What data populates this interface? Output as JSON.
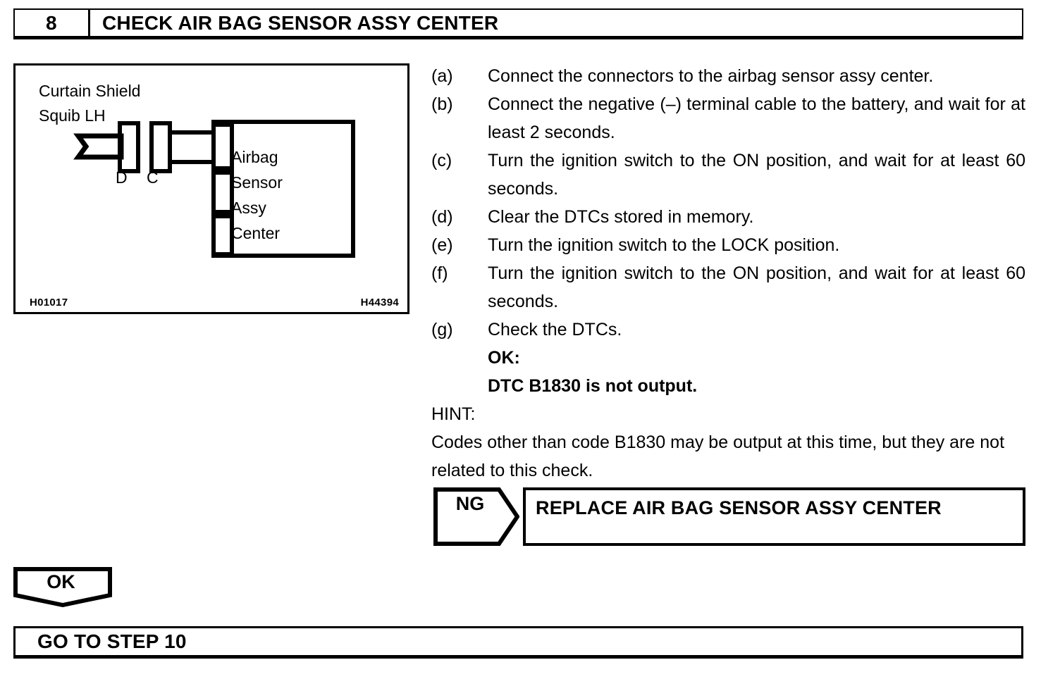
{
  "step": {
    "number": "8",
    "title": "CHECK AIR BAG SENSOR ASSY CENTER"
  },
  "figure": {
    "caption_line1": "Curtain Shield",
    "caption_line2": "Squib LH",
    "connector_d": "D",
    "connector_c": "C",
    "component_line1": "Airbag",
    "component_line2": "Sensor",
    "component_line3": "Assy",
    "component_line4": "Center",
    "code_left": "H01017",
    "code_right": "H44394"
  },
  "procedure": {
    "items": [
      {
        "marker": "(a)",
        "text": "Connect the connectors to the airbag sensor assy center."
      },
      {
        "marker": "(b)",
        "text": "Connect the negative (–) terminal cable to the battery, and wait for at least 2 seconds."
      },
      {
        "marker": "(c)",
        "text": "Turn the ignition switch to the ON position, and wait for at least 60 seconds."
      },
      {
        "marker": "(d)",
        "text": "Clear the DTCs stored in memory."
      },
      {
        "marker": "(e)",
        "text": "Turn the ignition switch to the LOCK position."
      },
      {
        "marker": "(f)",
        "text": "Turn the ignition switch to the ON position, and wait for at least 60 seconds."
      },
      {
        "marker": "(g)",
        "text": "Check the DTCs."
      }
    ],
    "ok_heading": "OK:",
    "ok_criterion": "DTC B1830 is not output.",
    "hint_heading": "HINT:",
    "hint_text": "Codes other than code B1830 may be output at this time, but they are not related to this check."
  },
  "results": {
    "ng_label": "NG",
    "ng_action": "REPLACE AIR BAG SENSOR ASSY CENTER",
    "ok_label": "OK",
    "goto_label": "GO TO STEP 10"
  }
}
